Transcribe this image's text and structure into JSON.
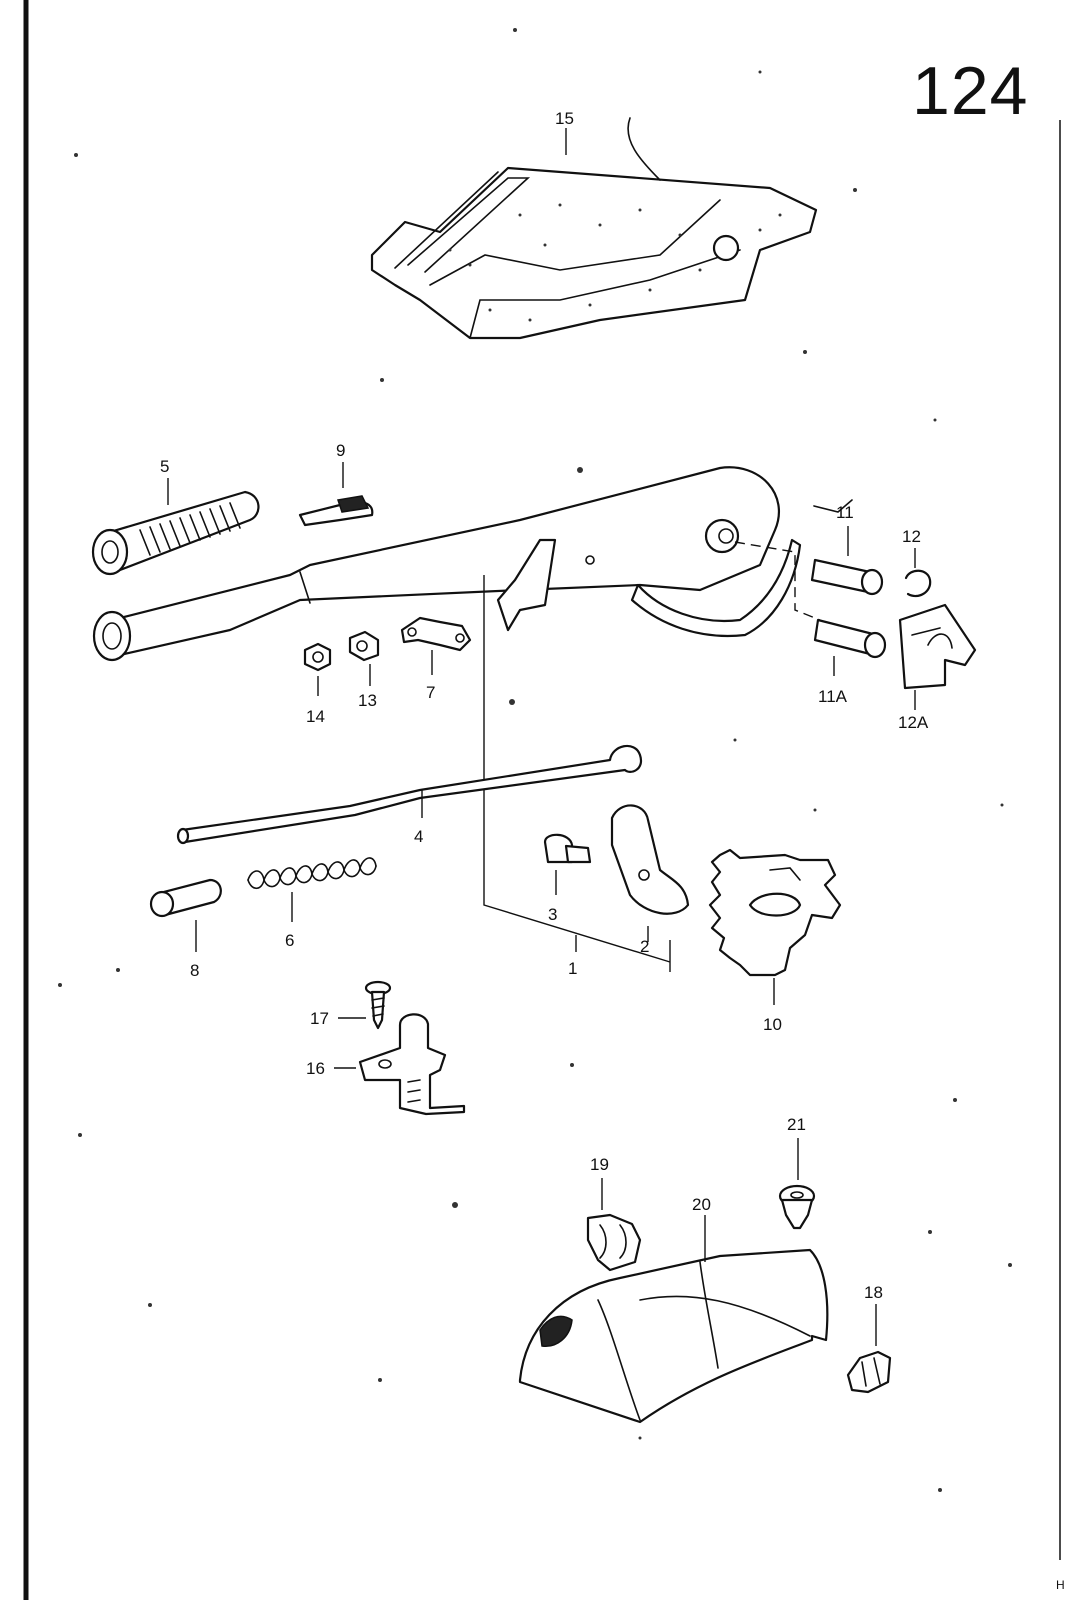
{
  "page_number": "124",
  "corner_mark": "H",
  "callouts": {
    "p1": "1",
    "p2": "2",
    "p3": "3",
    "p4": "4",
    "p5": "5",
    "p6": "6",
    "p7": "7",
    "p8": "8",
    "p9": "9",
    "p10": "10",
    "p11": "11",
    "p11a": "11A",
    "p12": "12",
    "p12a": "12A",
    "p13": "13",
    "p14": "14",
    "p15": "15",
    "p16": "16",
    "p17": "17",
    "p18": "18",
    "p19": "19",
    "p20": "20",
    "p21": "21"
  }
}
